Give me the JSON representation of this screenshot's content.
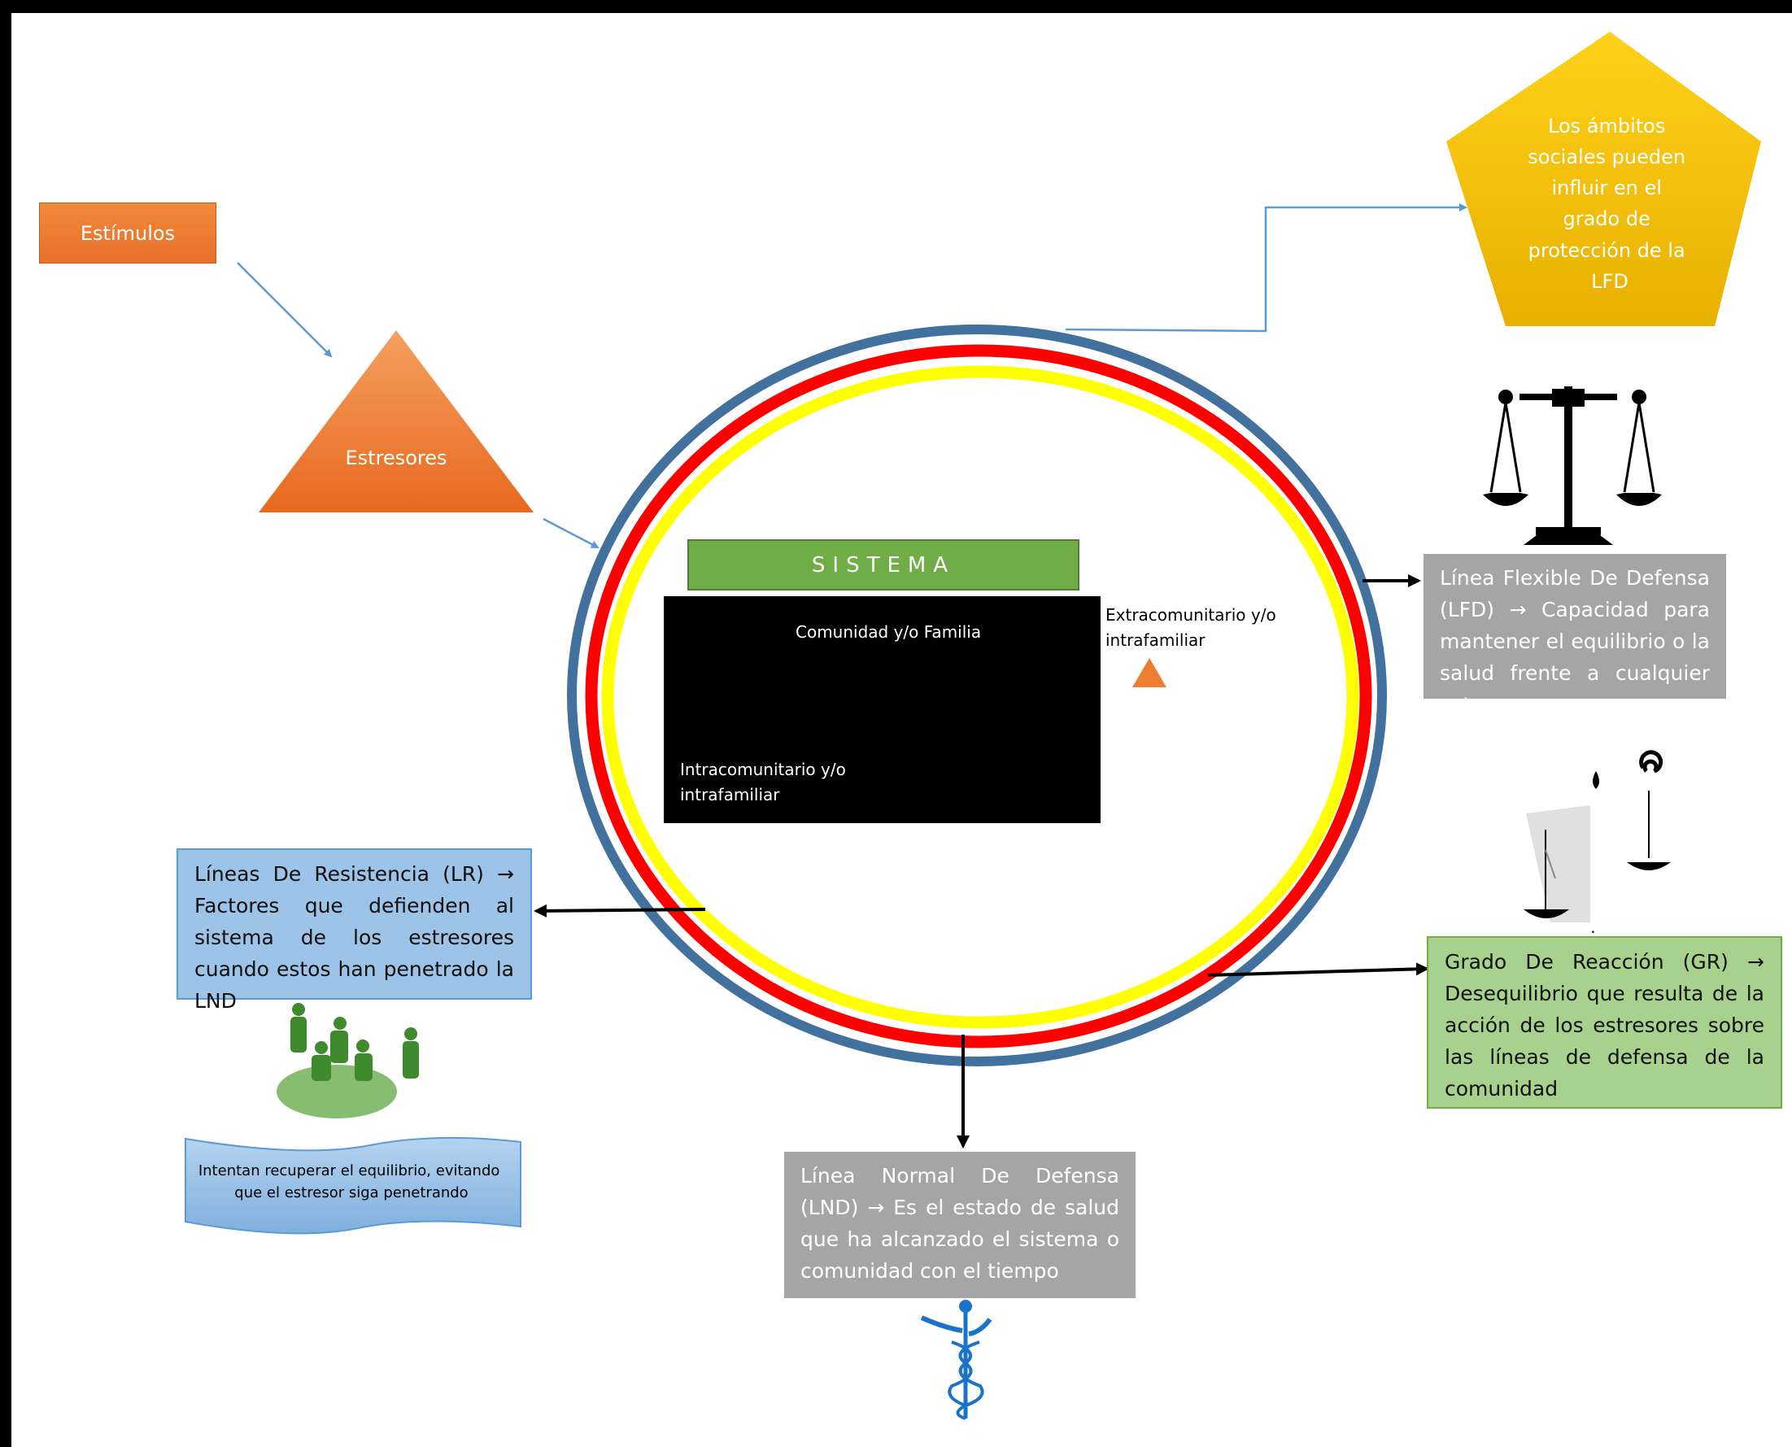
{
  "nodes": {
    "estimulos": "Estímulos",
    "estresores": "Estresores",
    "sistema": "SISTEMA",
    "comunidad": "Comunidad y/o Familia",
    "intracomunitario": "Intracomunitario y/o intrafamiliar",
    "extracomunitario": "Extracomunitario y/o intrafamiliar",
    "ambitos": [
      "Los ámbitos",
      "sociales pueden",
      "influir en el",
      "grado de",
      "protección de la",
      "LFD"
    ],
    "lfd": "Línea Flexible De Defensa (LFD) → Capacidad para mantener el equilibrio o la salud frente a cualquier estresor",
    "gr": "Grado De Reacción (GR) → Desequilibrio que resulta de la acción de los estresores sobre las líneas de defensa de la comunidad",
    "lr": "Líneas De Resistencia (LR) → Factores que defienden al sistema de los estresores cuando estos han penetrado la LND",
    "lnd": "Línea Normal De Defensa (LND) → Es el estado de salud que ha alcanzado el sistema o comunidad con el tiempo",
    "banner": [
      "Intentan recuperar el equilibrio, evitando",
      "que el estresor siga penetrando"
    ],
    "colon": ":"
  },
  "colors": {
    "orange": "#ed7d31",
    "ring_outer": "#41719c",
    "ring_red": "#ff0000",
    "ring_yellow": "#ffff00",
    "green": "#70ad47",
    "gold": "#ffc000",
    "blue_box": "#9dc3e6",
    "gray_box": "#a5a5a5",
    "green_box": "#a9d18e",
    "arrow_blue": "#5b9bd5"
  },
  "icons": [
    "people-group-icon",
    "balance-scale-icon",
    "scale-drop-icon",
    "toy-soldiers-icon",
    "caduceus-icon"
  ]
}
